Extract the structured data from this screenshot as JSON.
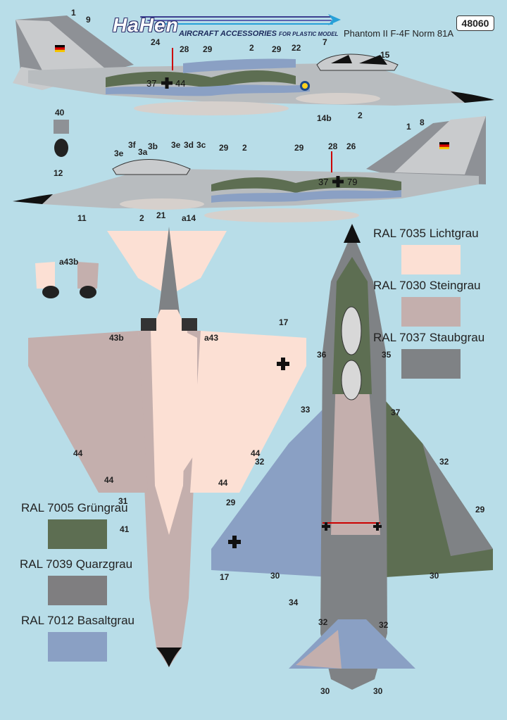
{
  "header": {
    "brand": "HaHen",
    "brand_sub_main": "AIRCRAFT ACCESSORIES",
    "brand_sub_small": "FOR PLASTIC MODEL",
    "subject": "Phantom II F-4F Norm 81A",
    "catalog_number": "48060"
  },
  "colors": {
    "background": "#b8dde8",
    "lichtgrau": "#fce0d4",
    "steingrau": "#c4afad",
    "staubgrau": "#7f8285",
    "gruengrau": "#5d6e52",
    "quarzgrau": "#7f7e80",
    "basaltgrau": "#8aa0c4"
  },
  "swatches_right": [
    {
      "label": "RAL 7035 Lichtgrau",
      "color": "#fce0d4"
    },
    {
      "label": "RAL 7030 Steingrau",
      "color": "#c4afad"
    },
    {
      "label": "RAL 7037 Staubgrau",
      "color": "#7f8285"
    }
  ],
  "swatches_left": [
    {
      "label": "RAL 7005 Grüngrau",
      "color": "#5d6e52"
    },
    {
      "label": "RAL 7039 Quarzgrau",
      "color": "#7f7e80"
    },
    {
      "label": "RAL 7012 Basaltgrau",
      "color": "#8aa0c4"
    }
  ],
  "serials": {
    "left_side": "37",
    "left_side_b": "44",
    "right_side": "37",
    "right_side_b": "79"
  },
  "callouts_left_profile": [
    "1",
    "9",
    "24",
    "28",
    "29",
    "2",
    "29",
    "22",
    "7",
    "15",
    "14b",
    "2"
  ],
  "callouts_right_profile": [
    "40",
    "1",
    "8",
    "3e",
    "3f",
    "3a",
    "3b",
    "3e",
    "3d",
    "3c",
    "29",
    "2",
    "29",
    "28",
    "26",
    "12",
    "11",
    "2",
    "21",
    "a14"
  ],
  "callouts_bottom": [
    "a43b",
    "43b",
    "a43",
    "17",
    "44",
    "44",
    "44",
    "44",
    "31",
    "41"
  ],
  "callouts_top": [
    "36",
    "35",
    "33",
    "37",
    "32",
    "32",
    "29",
    "29",
    "17",
    "30",
    "30",
    "34",
    "32",
    "32",
    "30",
    "30"
  ]
}
